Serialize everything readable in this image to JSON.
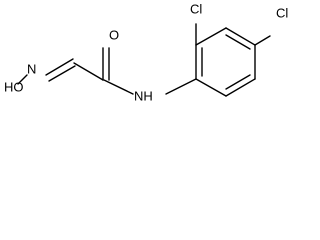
{
  "structure": {
    "atoms": {
      "ho": "HO",
      "n_oxime": "N",
      "o_carbonyl": "O",
      "nh": "NH",
      "cl_ortho": "Cl",
      "cl_para": "Cl"
    },
    "colors": {
      "bond": "#000000",
      "label": "#000000",
      "background": "#ffffff"
    }
  }
}
